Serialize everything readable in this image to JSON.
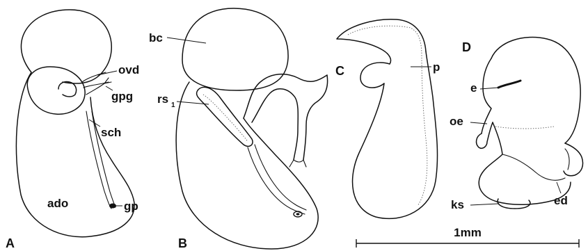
{
  "panels": {
    "A": "A",
    "B": "B",
    "C": "C",
    "D": "D"
  },
  "labels": {
    "ovd": "ovd",
    "gpg": "gpg",
    "sch": "sch",
    "ado": "ado",
    "gp": "gp",
    "bc": "bc",
    "rs": "rs",
    "rs_sub": "1",
    "p": "p",
    "e": "e",
    "oe": "oe",
    "ks": "ks",
    "ed": "ed"
  },
  "scale_bar": {
    "label": "1mm"
  }
}
